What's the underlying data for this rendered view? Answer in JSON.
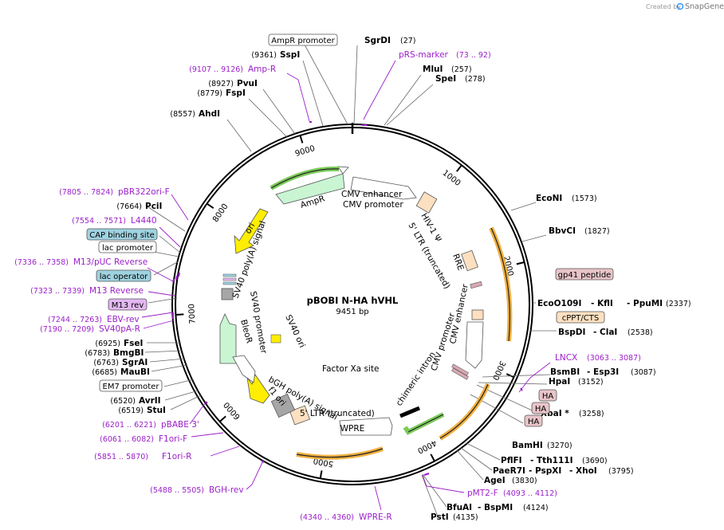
{
  "credit": {
    "prefix": "Created by",
    "brand": "SnapGene"
  },
  "plasmid": {
    "name": "pBOBI N-HA hVHL",
    "size": "9451 bp"
  },
  "ruler": [
    "1000",
    "2000",
    "3000",
    "4000",
    "5000",
    "6000",
    "7000",
    "8000",
    "9000"
  ],
  "sites": [
    {
      "name": "SgrDI",
      "pos": "(27)"
    },
    {
      "name": "MluI",
      "pos": "(257)"
    },
    {
      "name": "SpeI",
      "pos": "(278)"
    },
    {
      "name": "EcoNI",
      "pos": "(1573)"
    },
    {
      "name": "BbvCI",
      "pos": "(1827)"
    },
    {
      "name": "EcoO109I",
      "more": [
        "KflI",
        "PpuMI"
      ],
      "pos": "(2337)"
    },
    {
      "name": "BspDI",
      "more": [
        "ClaI"
      ],
      "pos": "(2538)"
    },
    {
      "name": "BsmBI",
      "more": [
        "Esp3I"
      ],
      "pos": "(3087)"
    },
    {
      "name": "HpaI",
      "pos": "(3152)"
    },
    {
      "name": "XbaI *",
      "pos": "(3258)"
    },
    {
      "name": "BamHI",
      "pos": "(3270)"
    },
    {
      "name": "PflFI",
      "more": [
        "Tth111I"
      ],
      "pos": "(3690)"
    },
    {
      "name": "PaeR7I",
      "more": [
        "PspXI",
        "XhoI"
      ],
      "pos": "(3795)"
    },
    {
      "name": "AgeI",
      "pos": "(3830)"
    },
    {
      "name": "BfuAI",
      "more": [
        "BspMI"
      ],
      "pos": "(4124)"
    },
    {
      "name": "PstI",
      "pos": "(4135)"
    },
    {
      "name": "StuI",
      "pos": "(6519)"
    },
    {
      "name": "AvrII",
      "pos": "(6520)"
    },
    {
      "name": "MauBI",
      "pos": "(6685)"
    },
    {
      "name": "SgrAI",
      "pos": "(6763)"
    },
    {
      "name": "BmgBI",
      "pos": "(6783)"
    },
    {
      "name": "FseI",
      "pos": "(6925)"
    },
    {
      "name": "PciI",
      "pos": "(7664)"
    },
    {
      "name": "AhdI",
      "pos": "(8557)"
    },
    {
      "name": "FspI",
      "pos": "(8779)"
    },
    {
      "name": "PvuI",
      "pos": "(8927)"
    },
    {
      "name": "SspI",
      "pos": "(9361)"
    }
  ],
  "primers": [
    {
      "name": "pRS-marker",
      "range": "(73 .. 92)"
    },
    {
      "name": "LNCX",
      "range": "(3063 .. 3087)"
    },
    {
      "name": "pMT2-F",
      "range": "(4093 .. 4112)"
    },
    {
      "name": "WPRE-R",
      "range": "(4340 .. 4360)"
    },
    {
      "name": "BGH-rev",
      "range": "(5488 .. 5505)"
    },
    {
      "name": "F1ori-R",
      "range": "(5851 .. 5870)"
    },
    {
      "name": "F1ori-F",
      "range": "(6061 .. 6082)"
    },
    {
      "name": "pBABE 3'",
      "range": "(6201 .. 6221)"
    },
    {
      "name": "SV40pA-R",
      "range": "(7190 .. 7209)"
    },
    {
      "name": "EBV-rev",
      "range": "(7244 .. 7263)"
    },
    {
      "name": "M13 Reverse",
      "range": "(7323 .. 7339)"
    },
    {
      "name": "M13/pUC Reverse",
      "range": "(7336 .. 7358)"
    },
    {
      "name": "L4440",
      "range": "(7554 .. 7571)"
    },
    {
      "name": "pBR322ori-F",
      "range": "(7805 .. 7824)"
    },
    {
      "name": "Amp-R",
      "range": "(9107 .. 9126)"
    }
  ],
  "boxed": [
    {
      "name": "AmpR promoter",
      "fill": "#ffffff"
    },
    {
      "name": "gp41 peptide",
      "fill": "#e8c4c8"
    },
    {
      "name": "cPPT/CTS",
      "fill": "#fde0c0"
    },
    {
      "name": "HA",
      "fill": "#e8c4c8"
    },
    {
      "name": "HA",
      "fill": "#e8c4c8"
    },
    {
      "name": "HA",
      "fill": "#e8c4c8"
    },
    {
      "name": "EM7 promoter",
      "fill": "#ffffff"
    },
    {
      "name": "lac promoter",
      "fill": "#ffffff"
    },
    {
      "name": "lac operator",
      "fill": "#9fd2e0"
    },
    {
      "name": "CAP binding site",
      "fill": "#9fd2e0"
    },
    {
      "name": "M13 rev",
      "fill": "#e3b8f2"
    }
  ],
  "features": {
    "ampr": "AmpR",
    "cmv_enh": "CMV enhancer",
    "cmv_prom": "CMV promoter",
    "psi": "HIV-1 Ψ",
    "ltr5": "5' LTR (truncated)",
    "rre": "RRE",
    "cmv_enh2": "CMV enhancer",
    "cmv_prom2": "CMV promoter",
    "chim": "chimeric intron",
    "xa": "Factor Xa site",
    "wpre": "WPRE",
    "ltr5b": "5' LTR (truncated)",
    "bgh": "bGH poly(A) signal",
    "f1": "f1 ori",
    "bleor": "BleoR",
    "sv40p": "SV40 promoter",
    "sv40ori": "SV40 ori",
    "sv40pa": "SV40 poly(A) signal",
    "ori": "ori"
  },
  "colors": {
    "primer": "#9b1fc9",
    "orange": "#f0b040",
    "green": "#7ccb5a",
    "yellow": "#ffee00"
  }
}
